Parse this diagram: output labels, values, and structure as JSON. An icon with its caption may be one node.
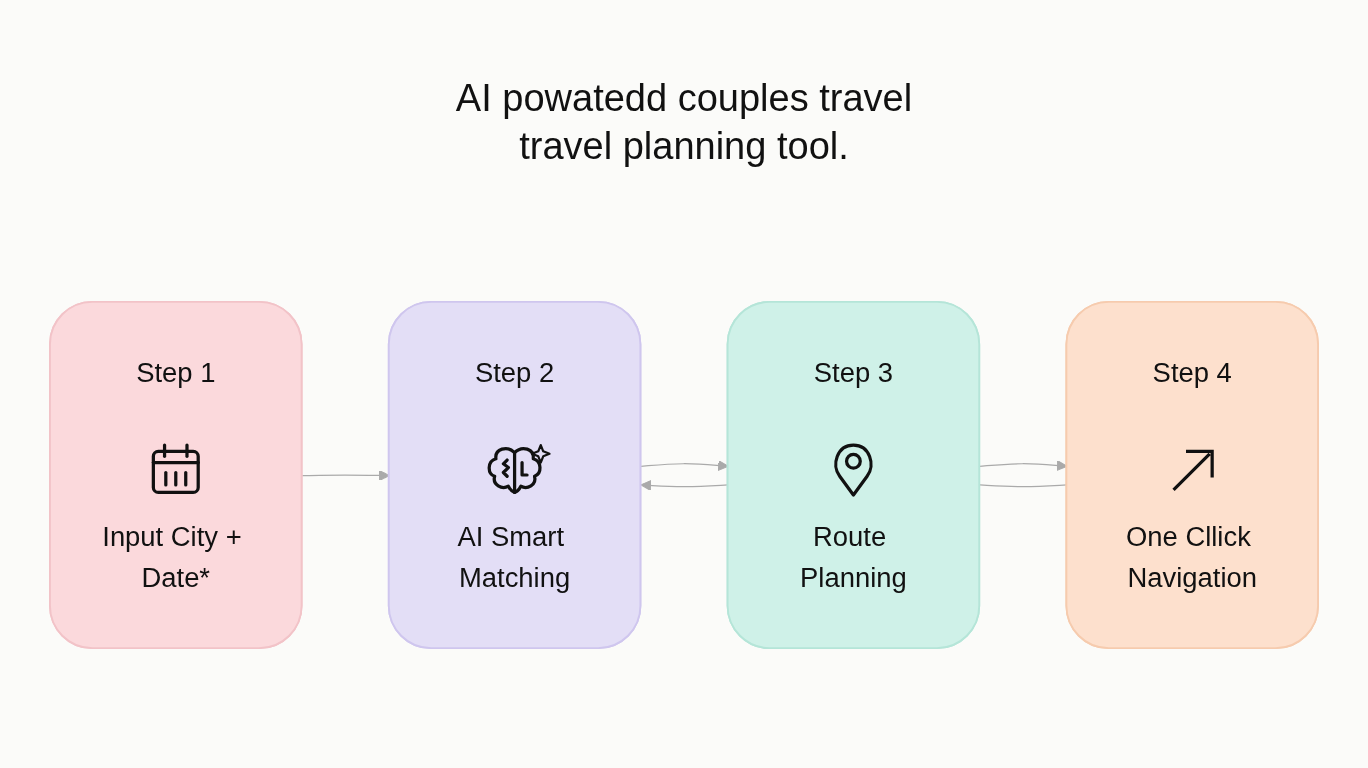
{
  "diagram": {
    "title": "AI powatedd couples travel travel planning tool.",
    "nodes": [
      {
        "text": [
          "Step 1",
          "Input City + Date*"
        ]
      },
      {
        "text": [
          "Step 2",
          "AI Smart Matching"
        ]
      },
      {
        "text": [
          "Step 3",
          "Route Planning"
        ]
      },
      {
        "text": [
          "Step 4",
          "One Cllick Navigation"
        ]
      }
    ],
    "edges": [
      {
        "from": 0,
        "to": 1,
        "arrow": "to"
      },
      {
        "from": 1,
        "to": 2,
        "arrow": "to"
      },
      {
        "from": 2,
        "to": 3,
        "arrow": "to"
      },
      {
        "from": 2,
        "to": 1,
        "arrow": "to"
      },
      {
        "from": 2,
        "to": 3,
        "arrow": "none"
      }
    ]
  }
}
